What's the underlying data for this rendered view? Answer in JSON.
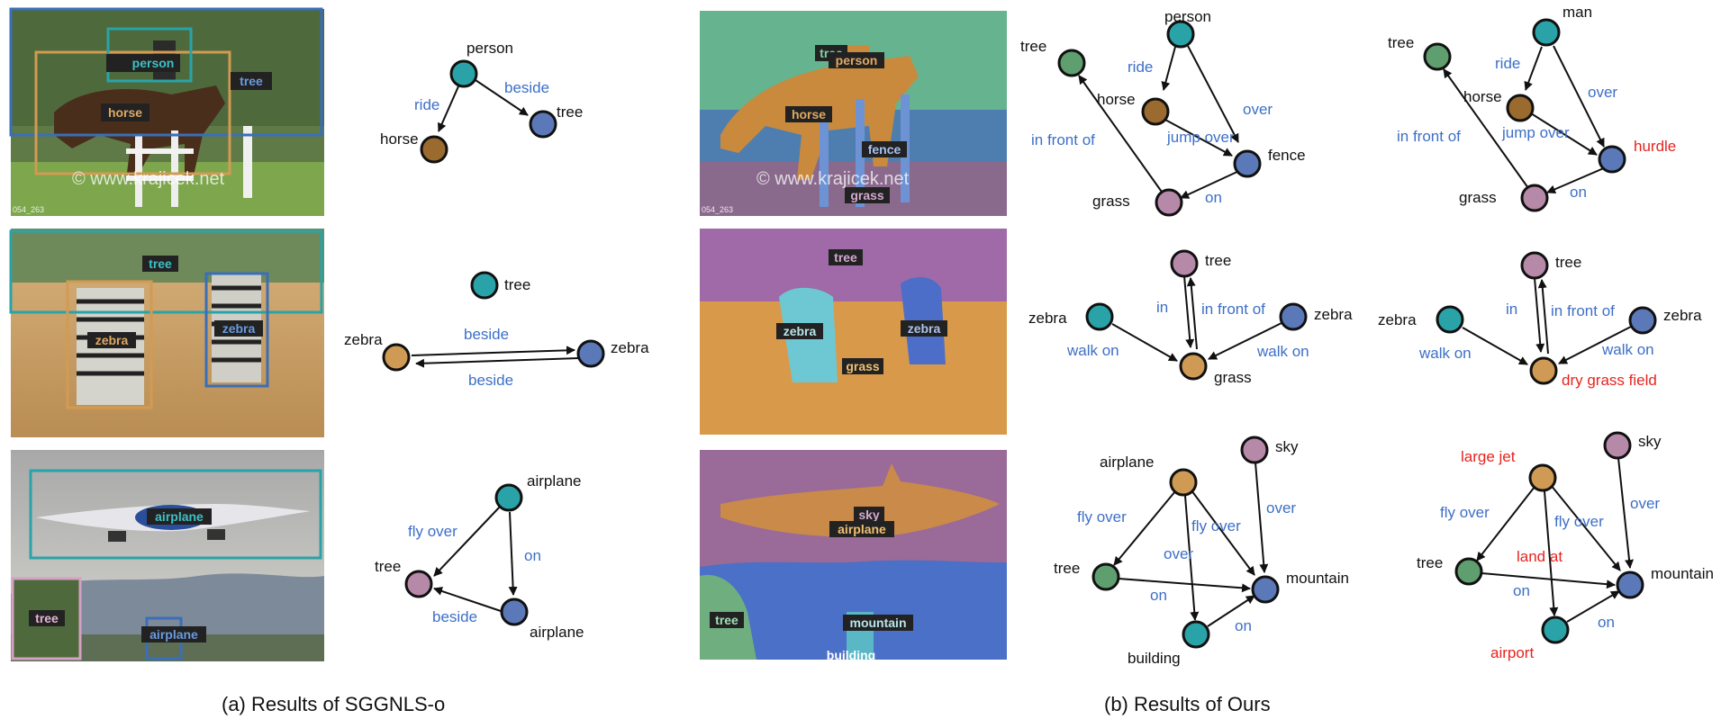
{
  "captions": {
    "a": "(a) Results of SGGNLS-o",
    "b": "(b) Results of Ours"
  },
  "watermarks": {
    "site": "© www.krajicek.net",
    "image_id": "054_263"
  },
  "colors": {
    "teal": "#2aa3a8",
    "brown": "#9a6a2e",
    "blue": "#5b79b8",
    "green": "#5f9e6e",
    "pink": "#b789a9",
    "gold": "#cf9a54",
    "edge_text": "#3d6fc7",
    "new_text": "#e8231f"
  },
  "rows": [
    {
      "baseline_image": {
        "boxes": [
          {
            "label": "person"
          },
          {
            "label": "tree"
          },
          {
            "label": "horse"
          }
        ]
      },
      "baseline_graph": {
        "nodes": [
          "person",
          "horse",
          "tree"
        ],
        "edges": [
          "ride",
          "beside"
        ]
      },
      "seg_image": {
        "labels": [
          "tree",
          "person",
          "horse",
          "fence",
          "grass"
        ]
      },
      "ours_graph": {
        "nodes": [
          "person",
          "tree",
          "horse",
          "fence",
          "grass"
        ],
        "edges": [
          "ride",
          "over",
          "in front of",
          "jump over",
          "on"
        ]
      },
      "ours_graph_open": {
        "nodes": [
          "man",
          "tree",
          "horse",
          "hurdle",
          "grass"
        ],
        "edges": [
          "ride",
          "over",
          "in front of",
          "jump over",
          "on"
        ]
      }
    },
    {
      "baseline_image": {
        "boxes": [
          {
            "label": "tree"
          },
          {
            "label": "zebra"
          },
          {
            "label": "zebra"
          }
        ]
      },
      "baseline_graph": {
        "nodes": [
          "tree",
          "zebra",
          "zebra"
        ],
        "edges": [
          "beside",
          "beside"
        ]
      },
      "seg_image": {
        "labels": [
          "tree",
          "zebra",
          "zebra",
          "grass"
        ]
      },
      "ours_graph": {
        "nodes": [
          "tree",
          "zebra",
          "zebra",
          "grass"
        ],
        "edges": [
          "in",
          "in front of",
          "walk on",
          "walk on"
        ]
      },
      "ours_graph_open": {
        "nodes": [
          "tree",
          "zebra",
          "zebra",
          "dry grass field"
        ],
        "edges": [
          "in",
          "in front of",
          "walk on",
          "walk on"
        ]
      }
    },
    {
      "baseline_image": {
        "boxes": [
          {
            "label": "airplane"
          },
          {
            "label": "tree"
          },
          {
            "label": "airplane"
          }
        ]
      },
      "baseline_graph": {
        "nodes": [
          "airplane",
          "tree",
          "airplane"
        ],
        "edges": [
          "fly over",
          "on",
          "beside"
        ]
      },
      "seg_image": {
        "labels": [
          "sky",
          "airplane",
          "tree",
          "mountain",
          "building"
        ]
      },
      "ours_graph": {
        "nodes": [
          "airplane",
          "sky",
          "tree",
          "mountain",
          "building"
        ],
        "edges": [
          "fly over",
          "fly over",
          "over",
          "over",
          "on",
          "on"
        ]
      },
      "ours_graph_open": {
        "nodes": [
          "large jet",
          "sky",
          "tree",
          "mountain",
          "airport"
        ],
        "edges": [
          "fly over",
          "fly over",
          "over",
          "land at",
          "on",
          "on"
        ]
      }
    }
  ]
}
